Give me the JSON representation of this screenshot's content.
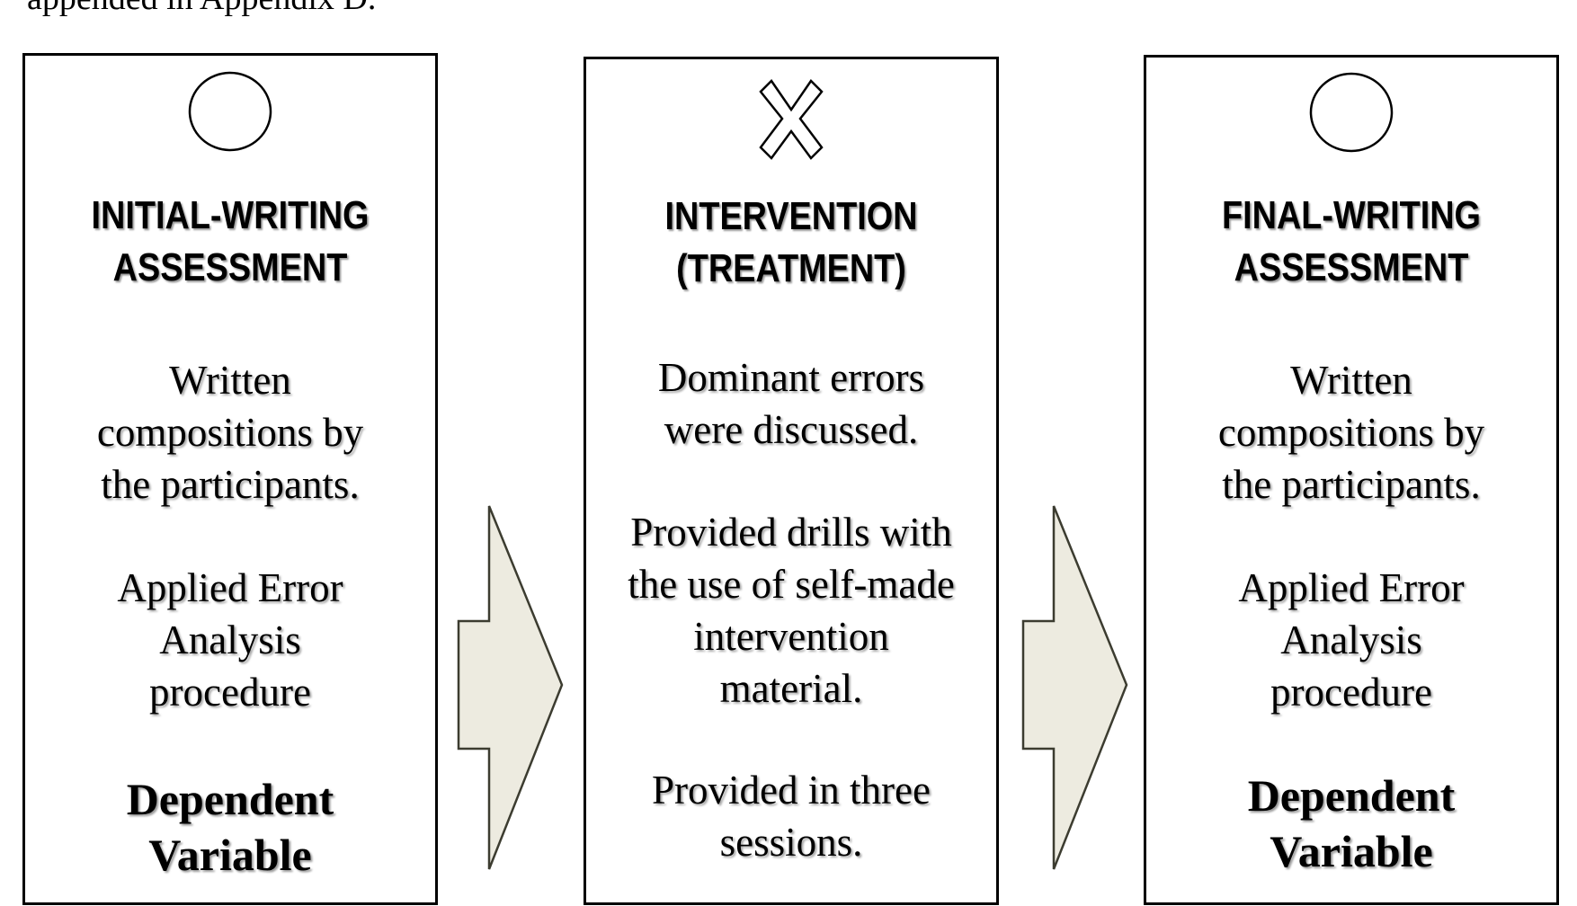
{
  "top_text": "appended in Appendix D.",
  "colors": {
    "arrow_fill": "#EDEBE0",
    "arrow_stroke": "#3C3C30",
    "border": "#000000"
  },
  "columns": [
    {
      "symbol": "circle-icon",
      "heading": [
        "INITIAL-WRITING",
        "ASSESSMENT"
      ],
      "paragraphs": [
        [
          "Written",
          "compositions by",
          "the participants."
        ],
        [
          "Applied Error",
          "Analysis",
          "procedure"
        ]
      ],
      "variable": [
        "Dependent",
        "Variable"
      ]
    },
    {
      "symbol": "x-mark-icon",
      "heading": [
        "INTERVENTION",
        "(TREATMENT)"
      ],
      "paragraphs": [
        [
          "Dominant errors",
          "were discussed."
        ],
        [
          "Provided drills with",
          "the use of self-made",
          "intervention",
          "material."
        ],
        [
          "Provided in three",
          "sessions."
        ]
      ]
    },
    {
      "symbol": "circle-icon",
      "heading": [
        "FINAL-WRITING",
        "ASSESSMENT"
      ],
      "paragraphs": [
        [
          "Written",
          "compositions by",
          "the participants."
        ],
        [
          "Applied Error",
          "Analysis",
          "procedure"
        ]
      ],
      "variable": [
        "Dependent",
        "Variable"
      ]
    }
  ]
}
